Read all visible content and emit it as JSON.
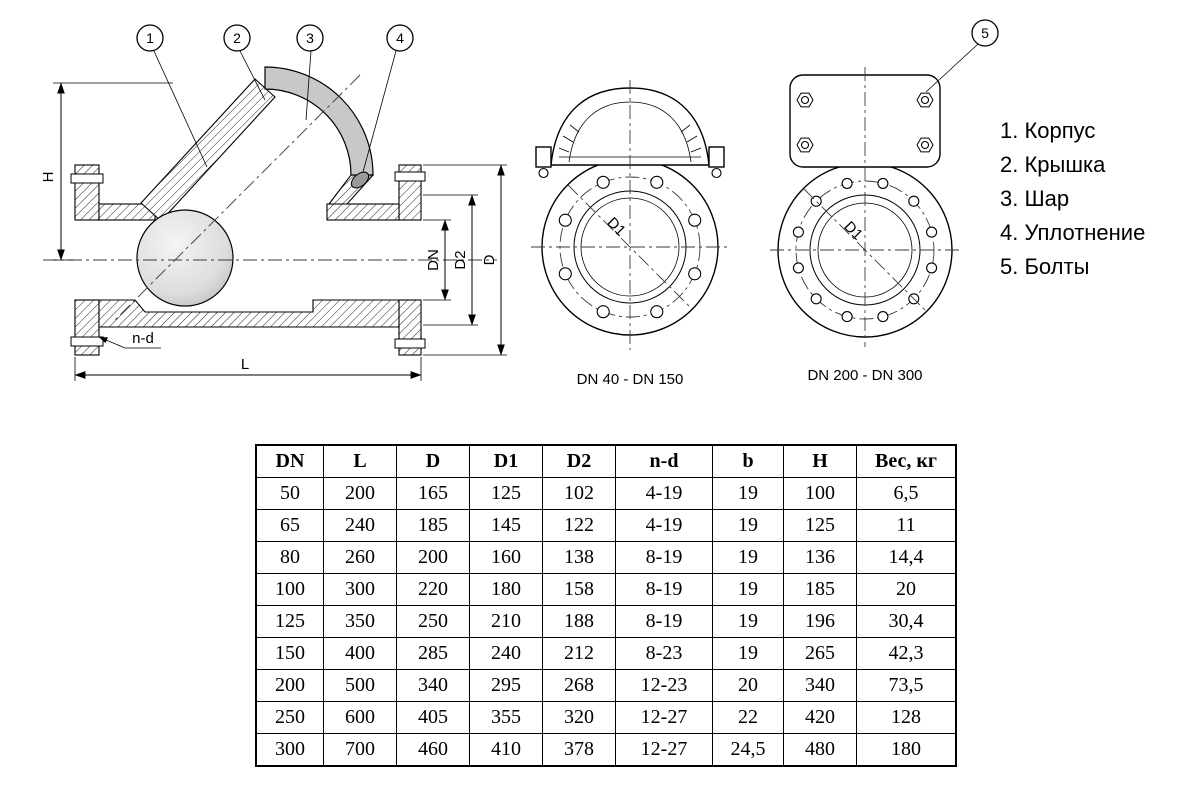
{
  "callouts": [
    "1",
    "2",
    "3",
    "4",
    "5"
  ],
  "dims": {
    "H": "H",
    "L": "L",
    "nd": "n-d",
    "DN": "DN",
    "D2": "D2",
    "D": "D",
    "D1": "D1"
  },
  "views": {
    "small_caption": "DN 40 - DN 150",
    "large_caption": "DN 200 - DN 300"
  },
  "legend": {
    "items": [
      "1. Корпус",
      "2. Крышка",
      "3. Шар",
      "4. Уплотнение",
      "5. Болты"
    ]
  },
  "table": {
    "headers": [
      "DN",
      "L",
      "D",
      "D1",
      "D2",
      "n-d",
      "b",
      "H",
      "Вес, кг"
    ],
    "rows": [
      [
        "50",
        "200",
        "165",
        "125",
        "102",
        "4-19",
        "19",
        "100",
        "6,5"
      ],
      [
        "65",
        "240",
        "185",
        "145",
        "122",
        "4-19",
        "19",
        "125",
        "11"
      ],
      [
        "80",
        "260",
        "200",
        "160",
        "138",
        "8-19",
        "19",
        "136",
        "14,4"
      ],
      [
        "100",
        "300",
        "220",
        "180",
        "158",
        "8-19",
        "19",
        "185",
        "20"
      ],
      [
        "125",
        "350",
        "250",
        "210",
        "188",
        "8-19",
        "19",
        "196",
        "30,4"
      ],
      [
        "150",
        "400",
        "285",
        "240",
        "212",
        "8-23",
        "19",
        "265",
        "42,3"
      ],
      [
        "200",
        "500",
        "340",
        "295",
        "268",
        "12-23",
        "20",
        "340",
        "73,5"
      ],
      [
        "250",
        "600",
        "405",
        "355",
        "320",
        "12-27",
        "22",
        "420",
        "128"
      ],
      [
        "300",
        "700",
        "460",
        "410",
        "378",
        "12-27",
        "24,5",
        "480",
        "180"
      ]
    ]
  }
}
